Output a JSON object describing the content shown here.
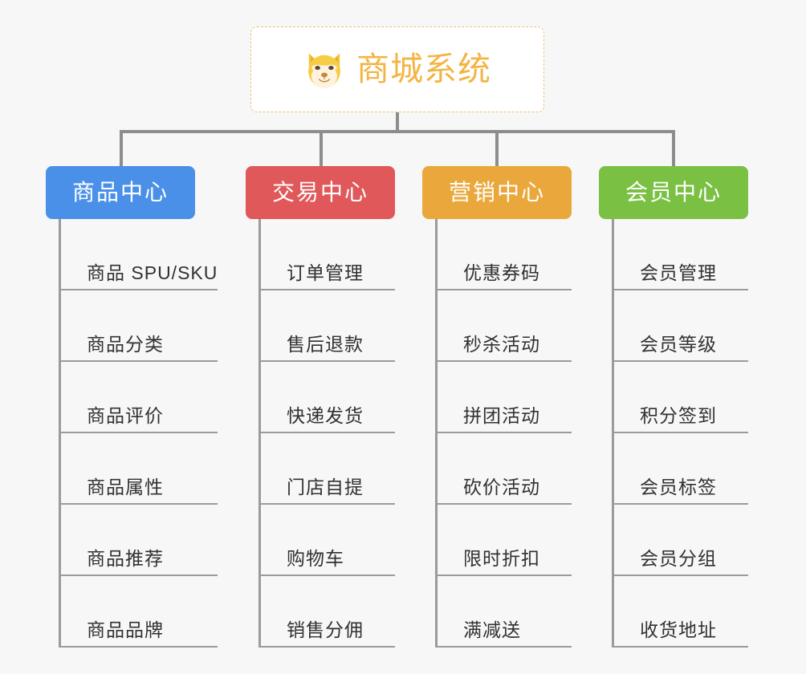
{
  "background_color": "#f7f7f7",
  "root": {
    "title": "商城系统",
    "icon": "shiba-dog-face-icon",
    "text_color": "#f2b544",
    "border_color": "#f0c078"
  },
  "connector_color": "#8d8d8d",
  "columns": [
    {
      "header": "商品中心",
      "color": "#4a90e8",
      "items": [
        "商品 SPU/SKU",
        "商品分类",
        "商品评价",
        "商品属性",
        "商品推荐",
        "商品品牌"
      ]
    },
    {
      "header": "交易中心",
      "color": "#e0585a",
      "items": [
        "订单管理",
        "售后退款",
        "快递发货",
        "门店自提",
        "购物车",
        "销售分佣"
      ]
    },
    {
      "header": "营销中心",
      "color": "#eaa83c",
      "items": [
        "优惠券码",
        "秒杀活动",
        "拼团活动",
        "砍价活动",
        "限时折扣",
        "满减送"
      ]
    },
    {
      "header": "会员中心",
      "color": "#7ac143",
      "items": [
        "会员管理",
        "会员等级",
        "积分签到",
        "会员标签",
        "会员分组",
        "收货地址"
      ]
    }
  ]
}
